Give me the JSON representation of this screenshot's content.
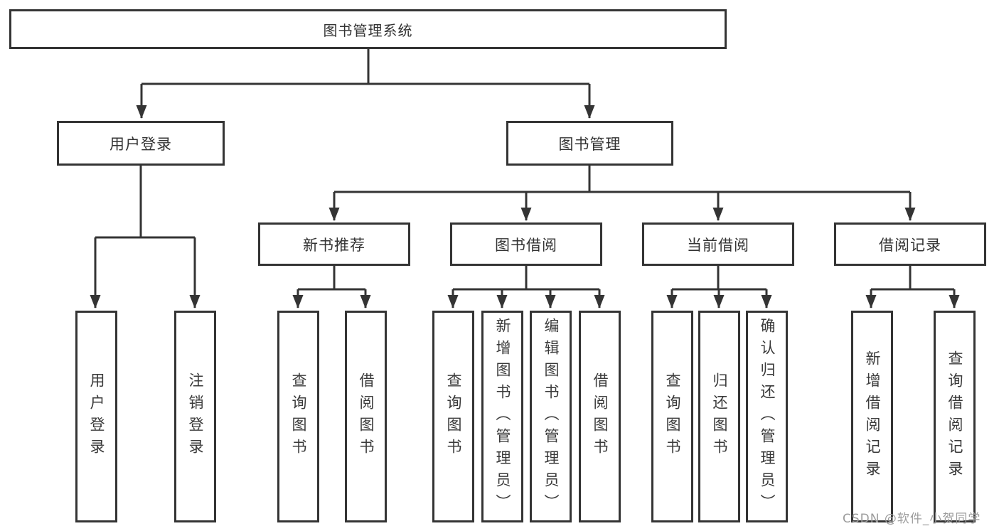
{
  "watermark": "CSDN @软件_小贺同学",
  "colors": {
    "line": "#343434",
    "box_border": "#343434",
    "text": "#333333",
    "watermark": "#9c9c9c",
    "background": "#ffffff"
  },
  "diagram": {
    "type": "tree",
    "root": {
      "label": "图书管理系统"
    },
    "branches": [
      {
        "label": "用户登录",
        "children": [
          {
            "label": "用户登录"
          },
          {
            "label": "注销登录"
          }
        ]
      },
      {
        "label": "图书管理",
        "children": [
          {
            "label": "新书推荐",
            "children": [
              {
                "label": "查询图书"
              },
              {
                "label": "借阅图书"
              }
            ]
          },
          {
            "label": "图书借阅",
            "children": [
              {
                "label": "查询图书"
              },
              {
                "label": "新增图书（管理员）"
              },
              {
                "label": "编辑图书（管理员）"
              },
              {
                "label": "借阅图书"
              }
            ]
          },
          {
            "label": "当前借阅",
            "children": [
              {
                "label": "查询图书"
              },
              {
                "label": "归还图书"
              },
              {
                "label": "确认归还（管理员）"
              }
            ]
          },
          {
            "label": "借阅记录",
            "children": [
              {
                "label": "新增借阅记录"
              },
              {
                "label": "查询借阅记录"
              }
            ]
          }
        ]
      }
    ]
  }
}
